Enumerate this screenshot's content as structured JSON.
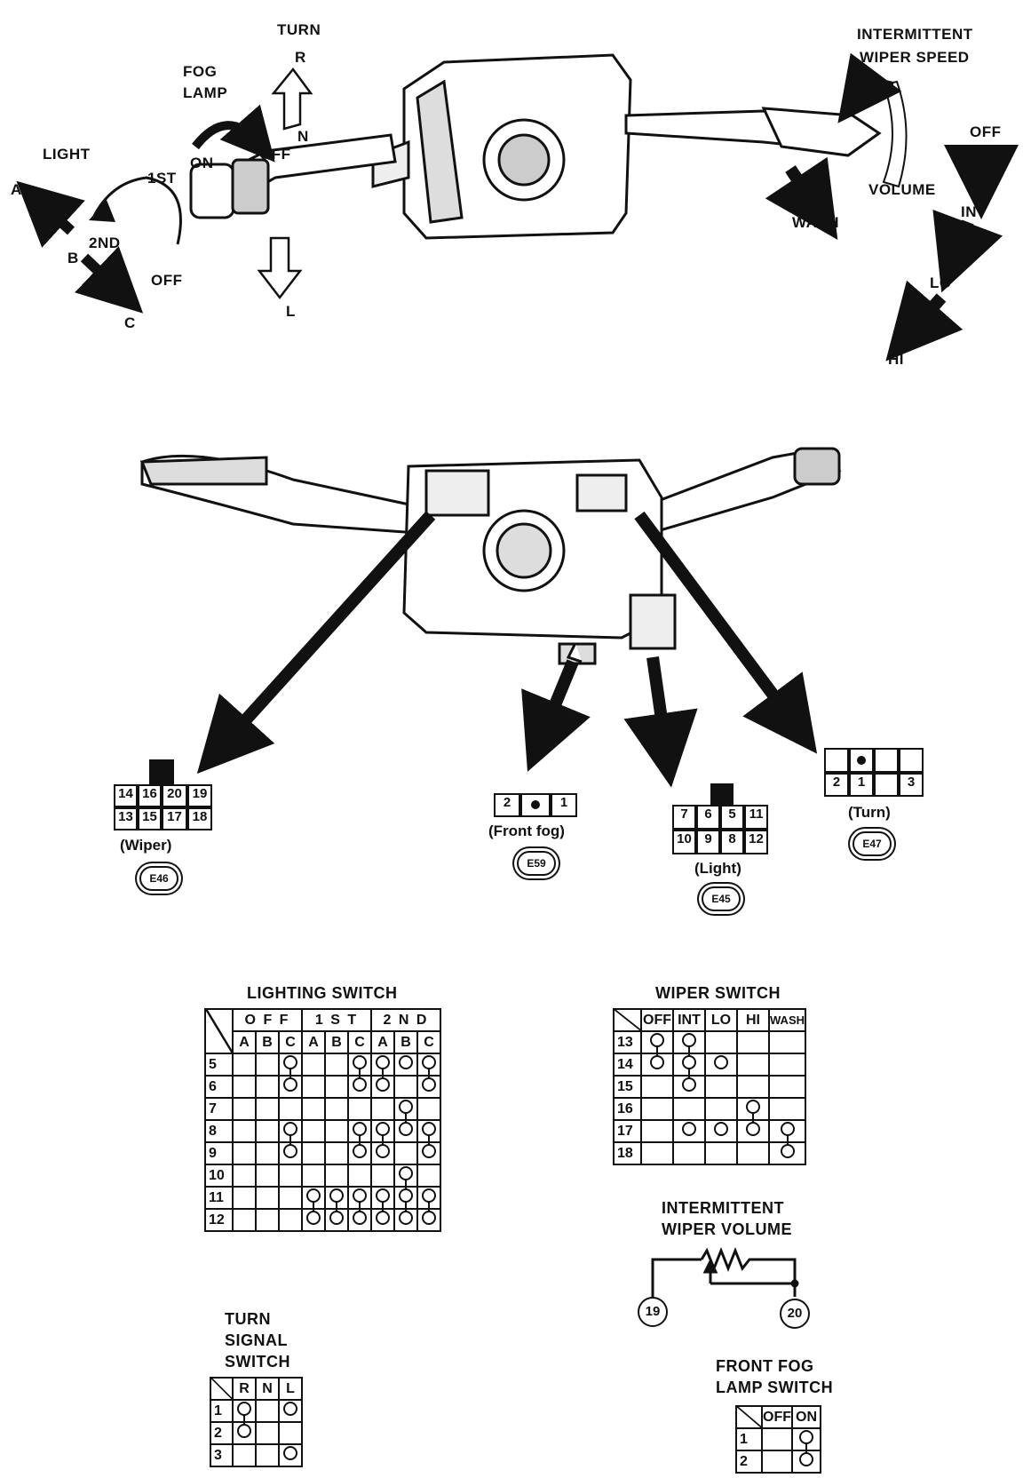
{
  "top_labels": {
    "turn": "TURN",
    "r": "R",
    "n": "N",
    "l": "L",
    "fog_lamp_1": "FOG",
    "fog_lamp_2": "LAMP",
    "on": "ON",
    "off_fog": "OFF",
    "light": "LIGHT",
    "first": "1ST",
    "second": "2ND",
    "off_light": "OFF",
    "a": "A",
    "b": "B",
    "c": "C",
    "int_wiper_1": "INTERMITTENT",
    "int_wiper_2": "WIPER SPEED",
    "volume": "VOLUME",
    "wash": "WASH",
    "w_off": "OFF",
    "w_int": "INT",
    "w_lo": "LO",
    "w_hi": "HI"
  },
  "connectors": {
    "wiper": {
      "caption": "(Wiper)",
      "code": "E46",
      "row1": [
        "14",
        "16",
        "20",
        "19"
      ],
      "row2": [
        "13",
        "15",
        "17",
        "18"
      ]
    },
    "front_fog": {
      "caption": "(Front fog)",
      "code": "E59",
      "pins": [
        "2",
        "1"
      ]
    },
    "light": {
      "caption": "(Light)",
      "code": "E45",
      "row1": [
        "7",
        "6",
        "5",
        "11"
      ],
      "row2": [
        "10",
        "9",
        "8",
        "12"
      ]
    },
    "turn": {
      "caption": "(Turn)",
      "code": "E47",
      "row2": [
        "2",
        "1",
        "",
        "3"
      ]
    }
  },
  "lighting_switch": {
    "title": "LIGHTING SWITCH",
    "groups": [
      "OFF",
      "1ST",
      "2ND"
    ],
    "subcols": [
      "A",
      "B",
      "C",
      "A",
      "B",
      "C",
      "A",
      "B",
      "C"
    ],
    "rows": [
      "5",
      "6",
      "7",
      "8",
      "9",
      "10",
      "11",
      "12"
    ],
    "marks": [
      [
        0,
        0,
        1,
        0,
        0,
        1,
        1,
        1,
        1
      ],
      [
        0,
        0,
        1,
        0,
        0,
        1,
        1,
        0,
        1
      ],
      [
        0,
        0,
        0,
        0,
        0,
        0,
        0,
        1,
        0
      ],
      [
        0,
        0,
        1,
        0,
        0,
        1,
        1,
        1,
        1
      ],
      [
        0,
        0,
        1,
        0,
        0,
        1,
        1,
        0,
        1
      ],
      [
        0,
        0,
        0,
        0,
        0,
        0,
        0,
        1,
        0
      ],
      [
        0,
        0,
        0,
        1,
        1,
        1,
        1,
        1,
        1
      ],
      [
        0,
        0,
        0,
        1,
        1,
        1,
        1,
        1,
        1
      ]
    ]
  },
  "wiper_switch": {
    "title": "WIPER SWITCH",
    "cols": [
      "OFF",
      "INT",
      "LO",
      "HI",
      "WASH"
    ],
    "rows": [
      "13",
      "14",
      "15",
      "16",
      "17",
      "18"
    ],
    "marks": [
      [
        1,
        1,
        0,
        0,
        0
      ],
      [
        1,
        1,
        1,
        0,
        0
      ],
      [
        0,
        1,
        0,
        0,
        0
      ],
      [
        0,
        0,
        0,
        1,
        0
      ],
      [
        0,
        1,
        1,
        1,
        1
      ],
      [
        0,
        0,
        0,
        0,
        1
      ]
    ]
  },
  "intermittent_volume": {
    "title_1": "INTERMITTENT",
    "title_2": "WIPER VOLUME",
    "pin_left": "19",
    "pin_right": "20"
  },
  "turn_switch": {
    "title_1": "TURN",
    "title_2": "SIGNAL",
    "title_3": "SWITCH",
    "cols": [
      "R",
      "N",
      "L"
    ],
    "rows": [
      "1",
      "2",
      "3"
    ],
    "marks": [
      [
        1,
        0,
        1
      ],
      [
        1,
        0,
        0
      ],
      [
        0,
        0,
        1
      ]
    ]
  },
  "fog_switch": {
    "title_1": "FRONT FOG",
    "title_2": "LAMP SWITCH",
    "cols": [
      "OFF",
      "ON"
    ],
    "rows": [
      "1",
      "2"
    ],
    "marks": [
      [
        0,
        1
      ],
      [
        0,
        1
      ]
    ]
  }
}
